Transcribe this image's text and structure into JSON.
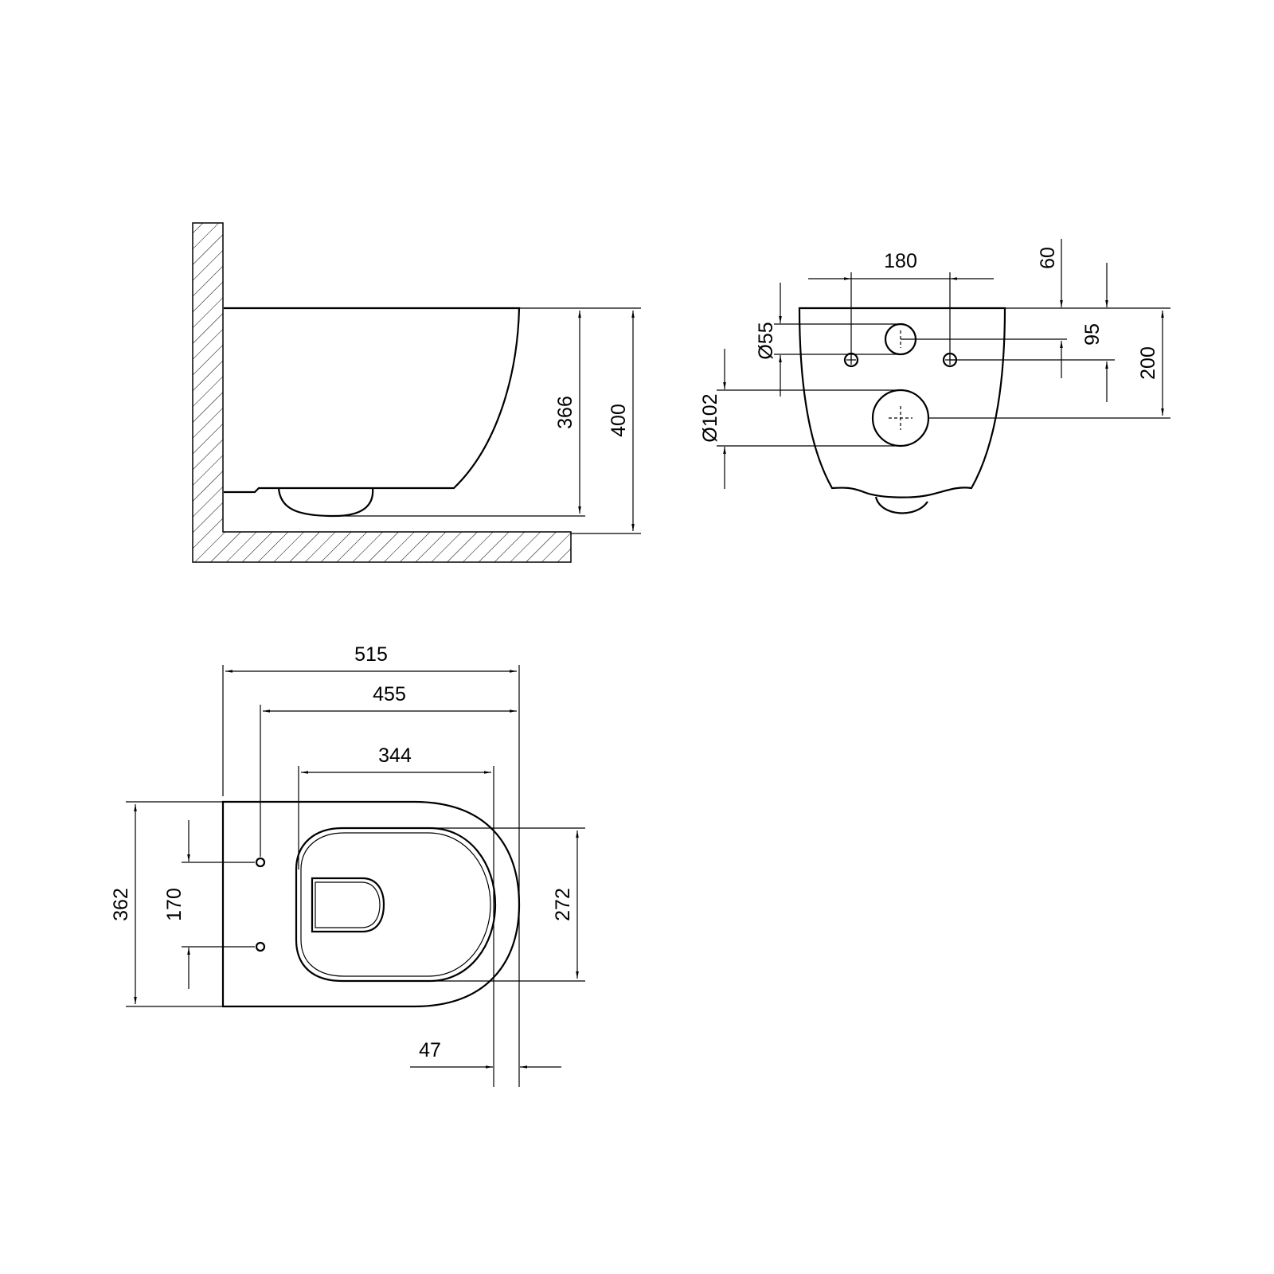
{
  "side_view": {
    "height_366": "366",
    "height_400": "400"
  },
  "rear_view": {
    "spacing_180": "180",
    "offset_60": "60",
    "offset_95": "95",
    "offset_200": "200",
    "diameter_55": "Ø55",
    "diameter_102": "Ø102"
  },
  "top_view": {
    "length_515": "515",
    "length_455": "455",
    "length_344": "344",
    "width_362": "362",
    "spacing_170": "170",
    "width_272": "272",
    "offset_47": "47"
  }
}
